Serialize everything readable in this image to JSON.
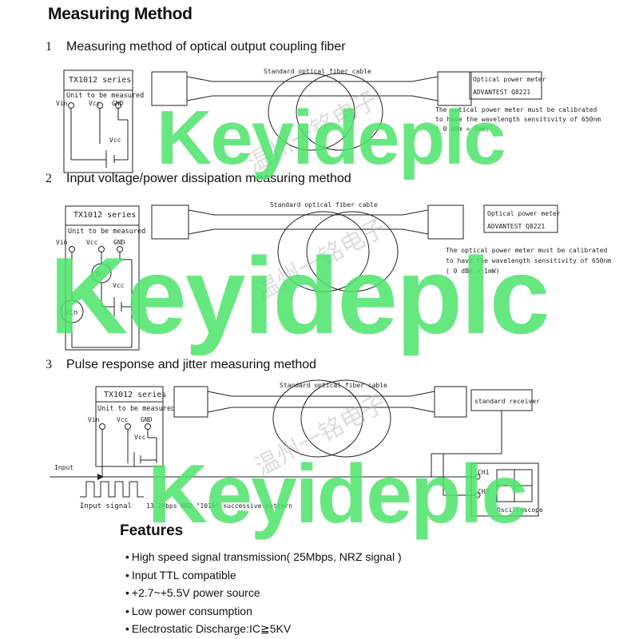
{
  "title": "Measuring Method",
  "sections": [
    {
      "num": "1",
      "heading": "Measuring method of optical output coupling fiber",
      "device": {
        "model": "TX1012  series",
        "unit": "Unit to be measured",
        "pins": [
          "Vin",
          "Vcc",
          "GND"
        ],
        "vcc": "Vcc"
      },
      "cable": "Standard optical fiber cable",
      "meter": [
        "Optical power meter",
        "ADVANTEST Q8221"
      ],
      "note": [
        "The optical power meter must be calibrated",
        "to have the wavelength sensitivity of 650nm",
        "( 0 dBm = 1mW)"
      ]
    },
    {
      "num": "2",
      "heading": "Input voltage/power dissipation measuring method",
      "device": {
        "model": "TX1012  series",
        "unit": "Unit to be measured",
        "pins": [
          "Vin",
          "Vcc",
          "GND"
        ],
        "vcc": "Vcc",
        "icc": "Icc",
        "vin_meter": "Vin"
      },
      "cable": "Standard optical fiber cable",
      "meter": [
        "Optical power meter",
        "ADVANTEST Q8221"
      ],
      "note": [
        "The optical power meter must be calibrated",
        "to have the wavelength sensitivity of 650nm",
        "( 0 dBm = 1mW)"
      ]
    },
    {
      "num": "3",
      "heading": "Pulse response and jitter measuring method",
      "device": {
        "model": "TX1012 series",
        "unit": "Unit to be measured",
        "pins": [
          "Vin",
          "Vcc",
          "GND"
        ],
        "vcc": "Vcc"
      },
      "cable": "Standard optical fiber cable",
      "receiver": "standard receiver",
      "input": "Input",
      "input_signal": "Input signal",
      "pattern": "13.2Mbps NRZ \"1010\" successive pattern",
      "channels": [
        "CH1",
        "CH2"
      ],
      "scope": "Oscilloscope"
    }
  ],
  "features": {
    "title": "Features",
    "items": [
      "High speed signal transmission( 25Mbps, NRZ signal )",
      "Input TTL compatible",
      "+2.7~+5.5V power source",
      "Low power consumption",
      "Electrostatic Discharge:IC≧5KV"
    ]
  },
  "watermark": {
    "text": "Keyideplc",
    "cn": "温州一铭电子"
  }
}
